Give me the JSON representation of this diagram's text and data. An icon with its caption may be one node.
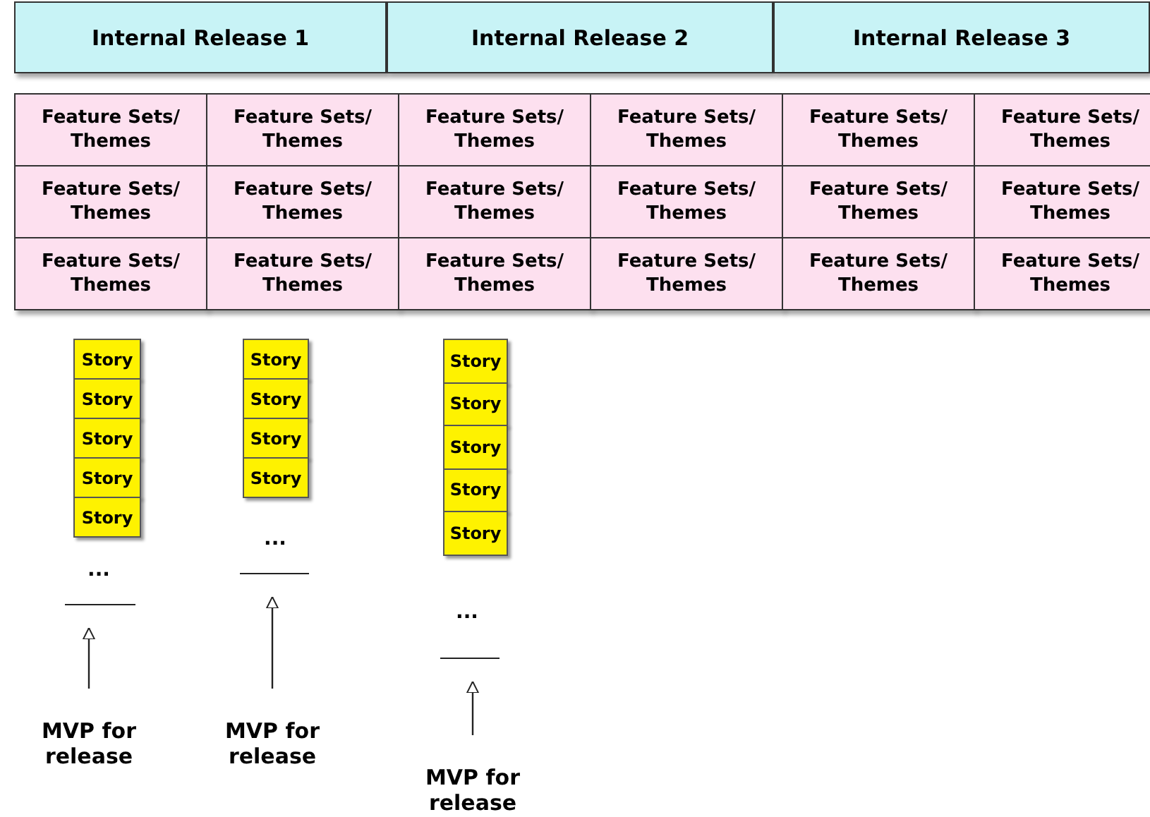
{
  "diagram": {
    "nodes": [
      {
        "text": [
          "Internal Release 1"
        ]
      },
      {
        "text": [
          "Internal Release 2"
        ]
      },
      {
        "text": [
          "Internal Release 3"
        ]
      },
      {
        "text": [
          "Feature Sets/ Themes"
        ]
      },
      {
        "text": [
          "Feature Sets/ Themes"
        ]
      },
      {
        "text": [
          "Feature Sets/ Themes"
        ]
      },
      {
        "text": [
          "Feature Sets/ Themes"
        ]
      },
      {
        "text": [
          "Feature Sets/ Themes"
        ]
      },
      {
        "text": [
          "Feature Sets/ Themes"
        ]
      },
      {
        "text": [
          "Feature Sets/ Themes"
        ]
      },
      {
        "text": [
          "Feature Sets/ Themes"
        ]
      },
      {
        "text": [
          "Feature Sets/ Themes"
        ]
      },
      {
        "text": [
          "Feature Sets/ Themes"
        ]
      },
      {
        "text": [
          "Feature Sets/ Themes"
        ]
      },
      {
        "text": [
          "Feature Sets/ Themes"
        ]
      },
      {
        "text": [
          "Feature Sets/ Themes"
        ]
      },
      {
        "text": [
          "Feature Sets/ Themes"
        ]
      },
      {
        "text": [
          "Feature Sets/ Themes"
        ]
      },
      {
        "text": [
          "Feature Sets/ Themes"
        ]
      },
      {
        "text": [
          "Feature Sets/ Themes"
        ]
      },
      {
        "text": [
          "Feature Sets/ Themes"
        ]
      },
      {
        "text": [
          "Story"
        ]
      },
      {
        "text": [
          "Story"
        ]
      },
      {
        "text": [
          "Story"
        ]
      },
      {
        "text": [
          "Story"
        ]
      },
      {
        "text": [
          "Story"
        ]
      },
      {
        "text": [
          "Story"
        ]
      },
      {
        "text": [
          "Story"
        ]
      },
      {
        "text": [
          "Story"
        ]
      },
      {
        "text": [
          "Story"
        ]
      },
      {
        "text": [
          "Story"
        ]
      },
      {
        "text": [
          "Story"
        ]
      },
      {
        "text": [
          "Story"
        ]
      },
      {
        "text": [
          "Story"
        ]
      },
      {
        "text": [
          "Story"
        ]
      },
      {
        "text": [],
        "shape": "bar"
      },
      {
        "text": [],
        "shape": "bar"
      },
      {
        "text": [],
        "shape": "bar"
      },
      {
        "text": [
          "MVP for release"
        ]
      },
      {
        "text": [
          "MVP for release"
        ]
      },
      {
        "text": [
          "MVP for release"
        ]
      }
    ],
    "edges": [
      {
        "from": 38,
        "to": 35,
        "arrow": "to"
      },
      {
        "from": 39,
        "to": 36,
        "arrow": "to"
      },
      {
        "from": 40,
        "to": 37,
        "arrow": "to"
      }
    ],
    "labels": [
      "...",
      "...",
      "..."
    ]
  }
}
